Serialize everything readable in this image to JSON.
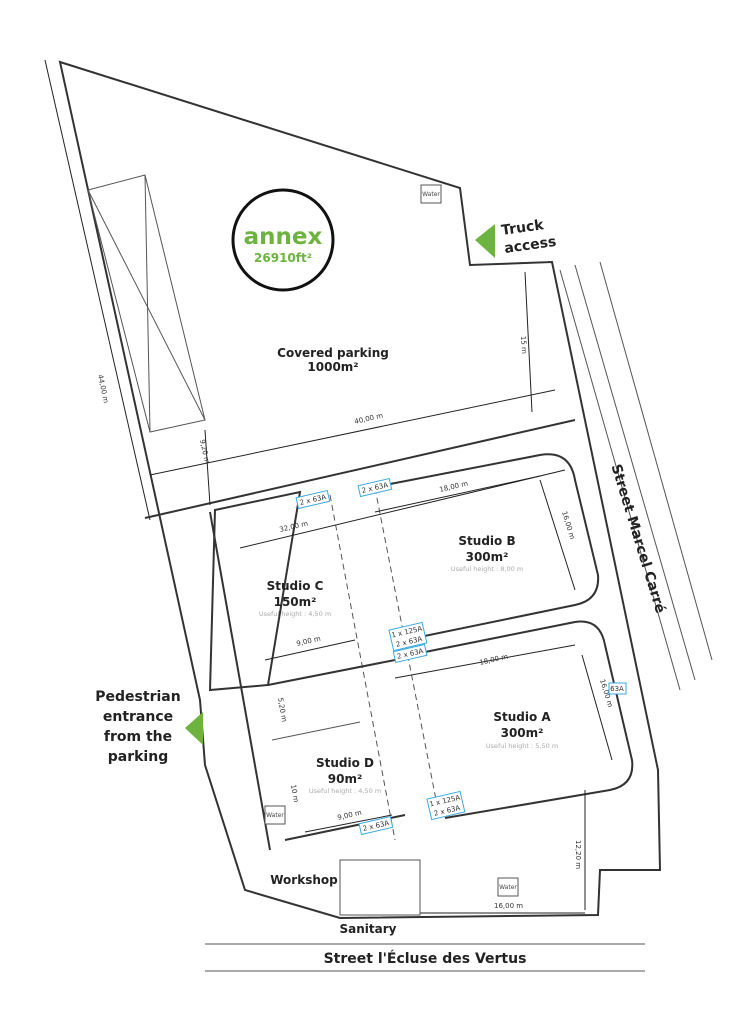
{
  "annex": {
    "title": "annex",
    "area": "26910ft²"
  },
  "colors": {
    "accent": "#6cb33f",
    "electrical_box": "#39a9e0",
    "wall": "#333333"
  },
  "access": {
    "truck": [
      "Truck",
      "access"
    ],
    "pedestrian": [
      "Pedestrian",
      "entrance",
      "from the",
      "parking"
    ]
  },
  "streets": {
    "east": "Street Marcel Carré",
    "south": "Street l'Écluse des Vertus"
  },
  "rooms": {
    "parking": {
      "name": "Covered parking",
      "area": "1000m²"
    },
    "studio_a": {
      "name": "Studio A",
      "area": "300m²",
      "height": "Useful height : 5,50 m"
    },
    "studio_b": {
      "name": "Studio B",
      "area": "300m²",
      "height": "Useful height : 8,00 m"
    },
    "studio_c": {
      "name": "Studio C",
      "area": "150m²",
      "height": "Useful height : 4,50 m"
    },
    "studio_d": {
      "name": "Studio D",
      "area": "90m²",
      "height": "Useful height : 4,50 m"
    },
    "workshop": {
      "name": "Workshop"
    },
    "sanitary": {
      "name": "Sanitary"
    }
  },
  "dimensions": {
    "d44": "44,00 m",
    "d920": "9,20 m",
    "d40": "40,00 m",
    "d15": "15 m",
    "d32": "32,00 m",
    "d18b": "18,00 m",
    "d16b": "16,00 m",
    "d9c": "9,00 m",
    "d18a": "18,00 m",
    "d16a": "16,00 m",
    "d520": "5,20 m",
    "d10": "10 m",
    "d9d": "9,00 m",
    "d1220": "12,20 m",
    "d16w": "16,00 m"
  },
  "electrical": {
    "e1": "2 x 63A",
    "e2": "2 x 63A",
    "e3a": "1 x 125A",
    "e3b": "2 x 63A",
    "e4": "2 x 63A",
    "e5": "63A",
    "e6a": "1 x 125A",
    "e6b": "2 x 63A",
    "e7": "2 x 63A"
  },
  "water": {
    "label": "Water"
  }
}
